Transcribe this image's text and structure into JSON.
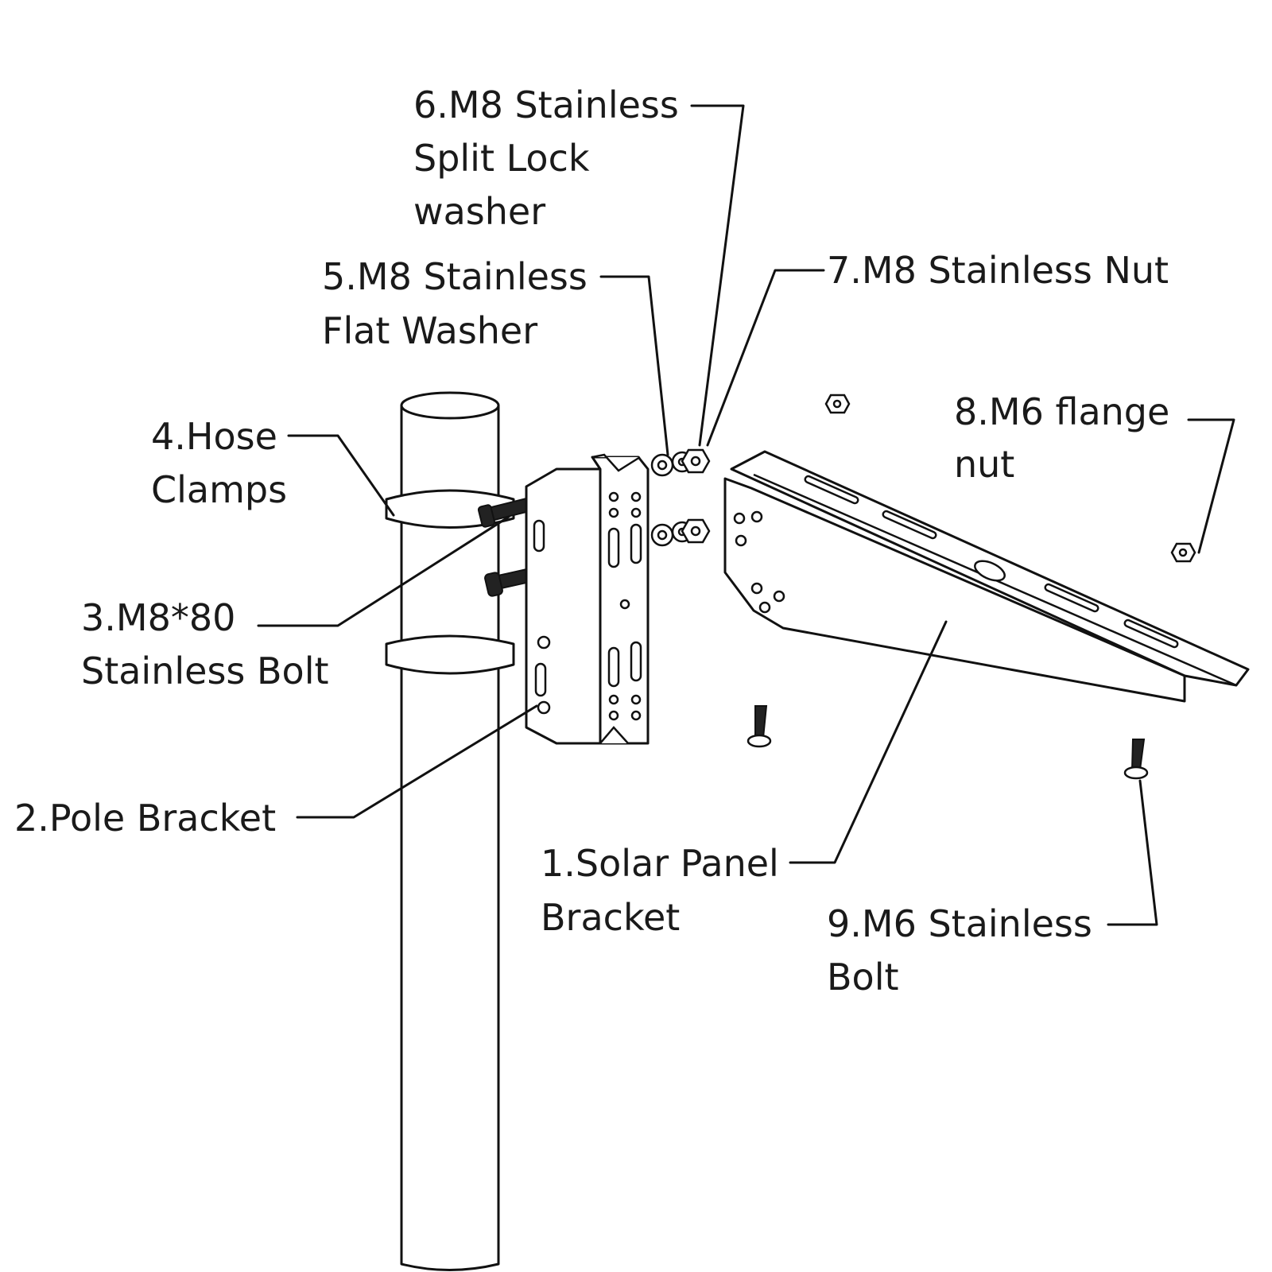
{
  "labels": {
    "part_1": [
      "1.Solar Panel",
      "Bracket"
    ],
    "part_2": [
      "2.Pole Bracket"
    ],
    "part_3": [
      "3.M8*80",
      "Stainless Bolt"
    ],
    "part_4": [
      "4.Hose",
      "Clamps"
    ],
    "part_5": [
      "5.M8 Stainless",
      "Flat Washer"
    ],
    "part_6": [
      "6.M8 Stainless",
      "Split Lock",
      "washer"
    ],
    "part_7": [
      "7.M8 Stainless Nut"
    ],
    "part_8": [
      "8.M6 flange",
      "nut"
    ],
    "part_9": [
      "9.M6 Stainless",
      "Bolt"
    ]
  }
}
